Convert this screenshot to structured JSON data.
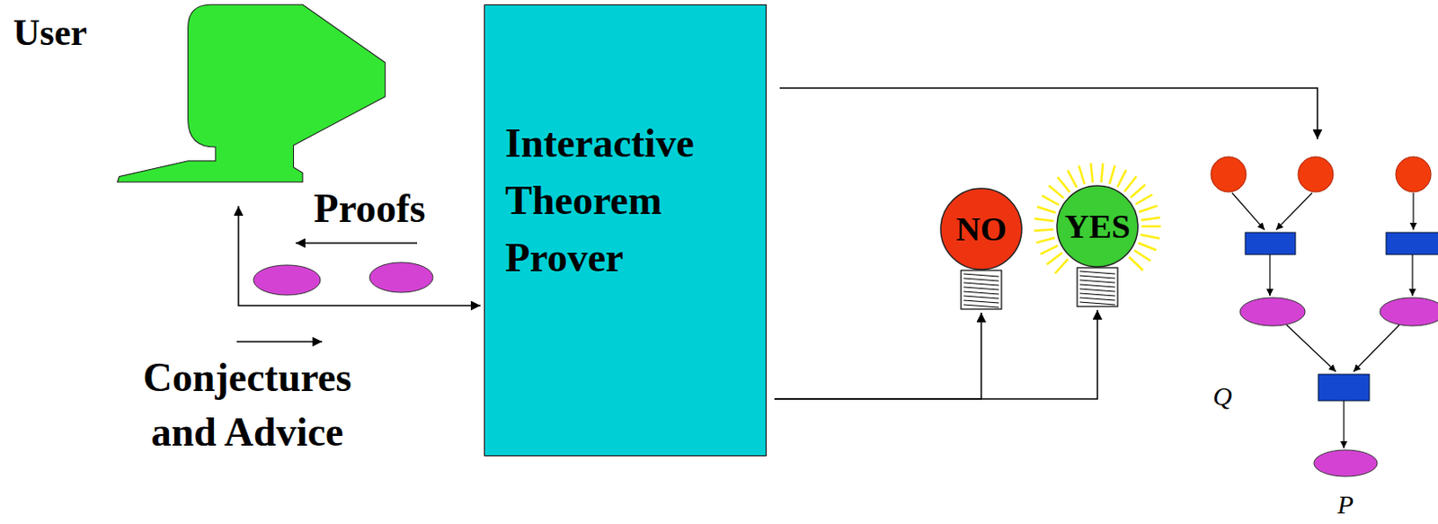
{
  "diagram": {
    "nodes": [
      {
        "text": [
          "User"
        ]
      },
      {
        "text": [
          "Interactive Theorem Prover"
        ]
      },
      {
        "text": [
          "NO"
        ]
      },
      {
        "text": [
          "YES"
        ]
      }
    ],
    "edges": [
      {
        "from": 0,
        "to": 1,
        "arrow": "both"
      },
      {
        "from": 1,
        "to": 2,
        "arrow": "to"
      },
      {
        "from": 1,
        "to": 3,
        "arrow": "to"
      }
    ],
    "labels": [
      "Proofs",
      "Conjectures and Advice",
      "Q",
      "P"
    ]
  }
}
